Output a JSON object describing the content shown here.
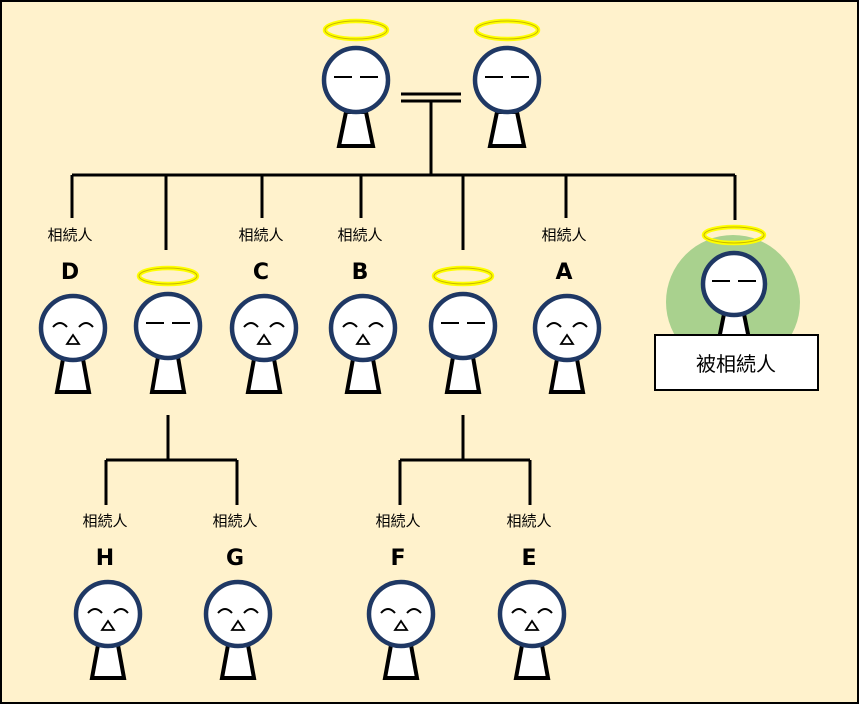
{
  "colors": {
    "background": "#fff2cc",
    "frame": "#000000",
    "halo": "#ffff00",
    "halo_outline": "#c9b800",
    "head_fill": "#ffffff",
    "head_outline": "#1f3864",
    "deceased_highlight": "#a9d18e"
  },
  "heir_label": "相続人",
  "decedent_label": "被相続人",
  "heirs": {
    "D": "D",
    "C": "C",
    "B": "B",
    "A": "A",
    "H": "H",
    "G": "G",
    "F": "F",
    "E": "E"
  }
}
